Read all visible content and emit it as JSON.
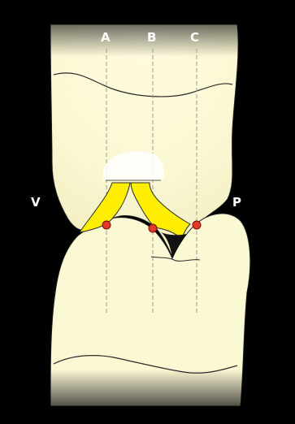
{
  "diagram": {
    "column_labels": [
      "A",
      "B",
      "C"
    ],
    "side_labels": {
      "left": "V",
      "right": "P"
    },
    "colors": {
      "background": "#000000",
      "tooth_fill": "#fbf8d4",
      "outline": "#1e1e1e",
      "yellow_wedge": "#ffee00",
      "contact_point": "#e23a2a",
      "guide_line": "#9d9d90"
    }
  }
}
